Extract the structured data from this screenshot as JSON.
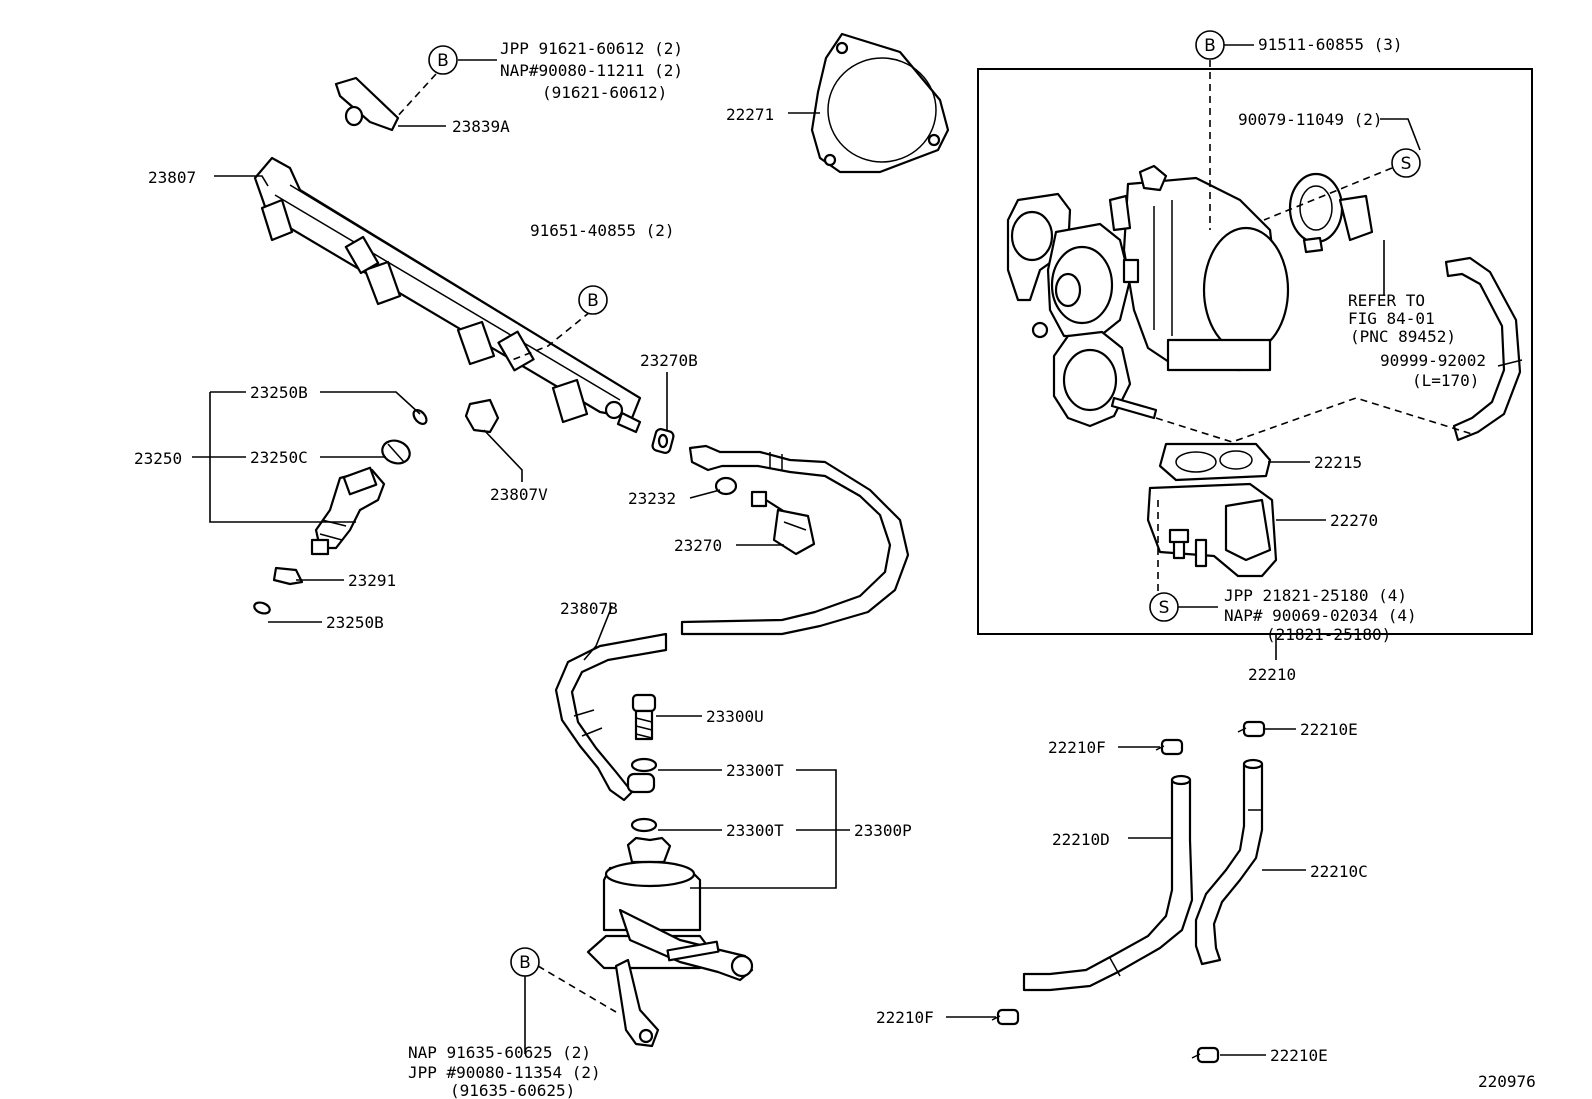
{
  "diagram_id": "220976",
  "labels": {
    "p23807": "23807",
    "p23839A": "23839A",
    "p23250": "23250",
    "p23250B_top": "23250B",
    "p23250C": "23250C",
    "p23291": "23291",
    "p23250B_bottom": "23250B",
    "p23807V": "23807V",
    "p23270B": "23270B",
    "p23232": "23232",
    "p23270": "23270",
    "p23807B": "23807B",
    "p23300U": "23300U",
    "p23300T_top": "23300T",
    "p23300T_bottom": "23300T",
    "p23300P": "23300P",
    "p22271": "22271",
    "p22215": "22215",
    "p22270": "22270",
    "p22210": "22210",
    "p22210F_top": "22210F",
    "p22210F_bottom": "22210F",
    "p22210E_top": "22210E",
    "p22210E_bottom": "22210E",
    "p22210D": "22210D",
    "p22210C": "22210C",
    "p90999": "90999-92002",
    "p90999_len": "(L=170)",
    "p91651": "91651-40855 (2)",
    "p91511": "91511-60855 (3)",
    "p90079": "90079-11049 (2)"
  },
  "callouts": {
    "b": "B",
    "s": "S"
  },
  "notes": {
    "top_left": {
      "jpp": "JPP  91621-60612 (2)",
      "nap": "NAP#90080-11211 (2)",
      "alt": "(91621-60612)"
    },
    "bottom": {
      "nap": "NAP   91635-60625 (2)",
      "jpp": "JPP  #90080-11354 (2)",
      "alt": "(91635-60625)"
    },
    "throttle": {
      "jpp": "JPP   21821-25180 (4)",
      "nap": "NAP# 90069-02034 (4)",
      "alt": "(21821-25180)"
    },
    "refer": {
      "line1": "REFER TO",
      "line2": "FIG 84-01",
      "line3": "(PNC 89452)"
    }
  }
}
